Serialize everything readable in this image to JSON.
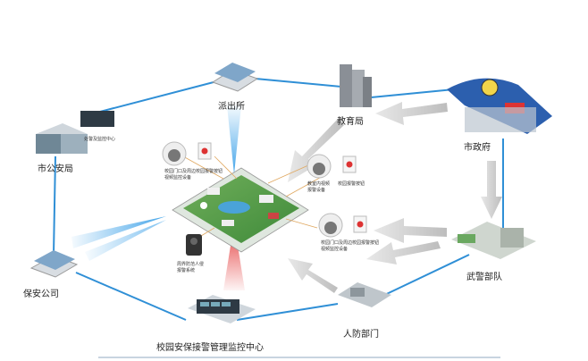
{
  "nodes": {
    "paichusuo": "派出所",
    "jiaoyuju": "教育局",
    "shizhengfu": "市政府",
    "shigonganju": "市公安局",
    "baoan": "保安公司",
    "wujing": "武警部队",
    "renfang": "人防部门",
    "jiankong": "校园安保接警管理监控中心"
  },
  "small_labels": {
    "screen_caption": "处警及监控中心",
    "camera_top_1": "校园门口及周边",
    "camera_top_2": "视频监控设备",
    "alarm_top": "校园报警按钮",
    "camera_right_1": "教室内视频",
    "camera_right_2": "报警设备",
    "alarm_right": "校园报警按钮",
    "camera_low_1": "校园门口及周边",
    "camera_low_2": "视频监控设备",
    "alarm_low": "校园报警按钮",
    "intercom_1": "周界防范人侵",
    "intercom_2": "报警系统"
  },
  "colors": {
    "ring_line": "#2f8fd6",
    "wifi_blue": "#3aa0e8",
    "wifi_red": "#e23030",
    "arrow_grey": "#cfcfcf",
    "connector": "#e0a860"
  }
}
